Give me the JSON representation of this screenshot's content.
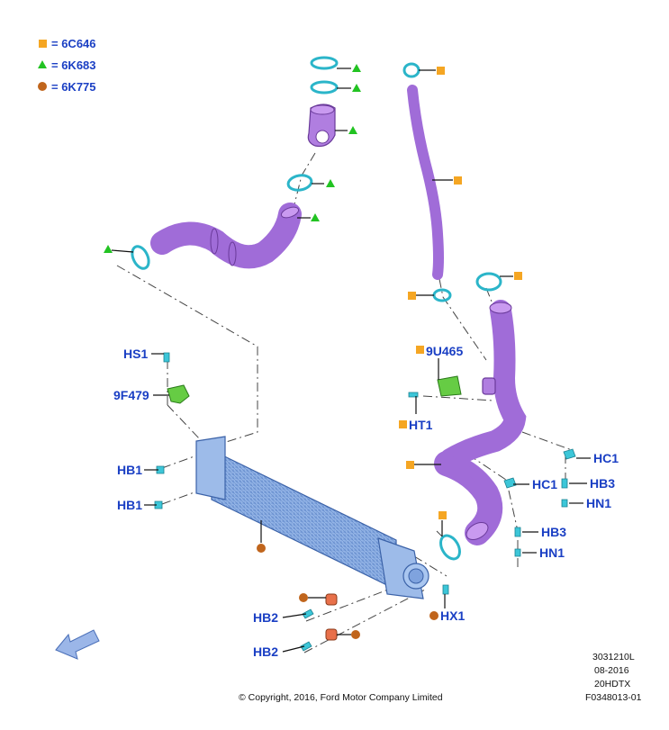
{
  "legend": {
    "items": [
      {
        "symbol": "square",
        "color": "#f5a623",
        "text": "= 6C646"
      },
      {
        "symbol": "triangle",
        "color": "#22c322",
        "text": "= 6K683"
      },
      {
        "symbol": "circle",
        "color": "#c0651c",
        "text": "= 6K775"
      }
    ]
  },
  "labels": {
    "hs1": "HS1",
    "9f479": "9F479",
    "hb1_a": "HB1",
    "hb1_b": "HB1",
    "hb2_a": "HB2",
    "hb2_b": "HB2",
    "9u465": "9U465",
    "ht1": "HT1",
    "hc1_a": "HC1",
    "hc1_b": "HC1",
    "hb3_a": "HB3",
    "hb3_b": "HB3",
    "hn1_a": "HN1",
    "hn1_b": "HN1",
    "hx1": "HX1"
  },
  "footer": {
    "copyright": "© Copyright, 2016, Ford Motor Company Limited",
    "code1": "3031210L",
    "date": "08-2016",
    "model": "20HDTX",
    "code2": "F0348013-01"
  },
  "colors": {
    "label_blue": "#1a3fc4",
    "hose_purple": "#b07ee0",
    "intercooler_blue": "#8db1e6",
    "clamp_cyan": "#2bb5c9"
  },
  "icons": {
    "direction": "front-arrow-icon"
  }
}
